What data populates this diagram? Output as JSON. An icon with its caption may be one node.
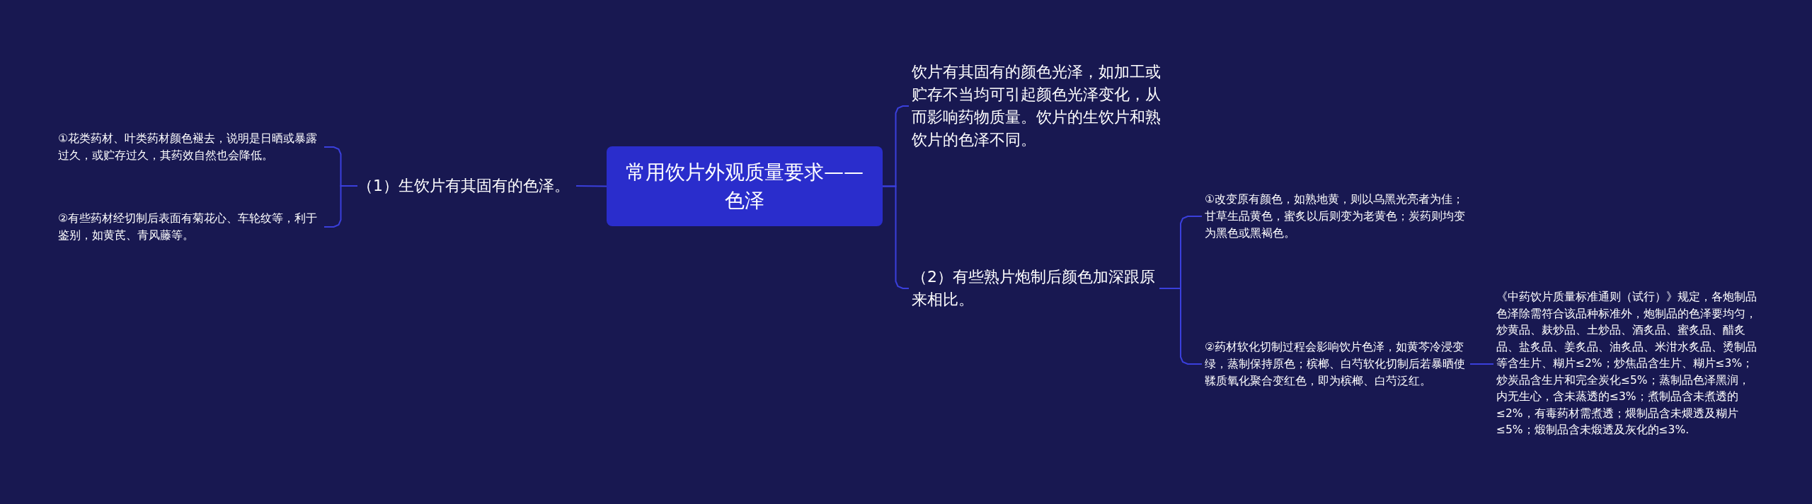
{
  "diagram": {
    "nodes": [
      {
        "text": [
          "常用饮片外观质量要求——色泽"
        ]
      },
      {
        "text": [
          "（1）生饮片有其固有的色泽。"
        ]
      },
      {
        "text": [
          "①花类药材、叶类药材颜色褪去，说明是日晒或暴露过久，或贮存过久，其药效自然也会降低。"
        ]
      },
      {
        "text": [
          "②有些药材经切制后表面有菊花心、车轮纹等，利于鉴别，如黄芪、青风藤等。"
        ]
      },
      {
        "text": [
          "饮片有其固有的颜色光泽，如加工或贮存不当均可引起颜色光泽变化，从而影响药物质量。饮片的生饮片和熟饮片的色泽不同。"
        ]
      },
      {
        "text": [
          "（2）有些熟片炮制后颜色加深跟原来相比。"
        ]
      },
      {
        "text": [
          "①改变原有颜色，如熟地黄，则以乌黑光亮者为佳；甘草生品黄色，蜜炙以后则变为老黄色；炭药则均变为黑色或黑褐色。"
        ]
      },
      {
        "text": [
          "②药材软化切制过程会影响饮片色泽，如黄芩冷浸变绿，蒸制保持原色；槟榔、白芍软化切制后若暴晒使鞣质氧化聚合变红色，即为槟榔、白芍泛红。"
        ]
      },
      {
        "text": [
          "《中药饮片质量标准通则（试行）》规定，各炮制品色泽除需符合该品种标准外，炮制品的色泽要均匀，炒黄品、麸炒品、土炒品、酒炙品、蜜炙品、醋炙品、盐炙品、姜炙品、油炙品、米泔水炙品、烫制品等含生片、糊片≤2%；炒焦品含生片、糊片≤3%；炒炭品含生片和完全炭化≤5%；蒸制品色泽黑润，内无生心，含未蒸透的≤3%；煮制品含未煮透的≤2%，有毒药材需煮透；煨制品含未煨透及糊片≤5%；煅制品含未煅透及灰化的≤3%."
        ]
      }
    ],
    "edges": [
      {
        "from": 0,
        "to": 1,
        "arrow": "none"
      },
      {
        "from": 1,
        "to": 2,
        "arrow": "none"
      },
      {
        "from": 1,
        "to": 3,
        "arrow": "none"
      },
      {
        "from": 0,
        "to": 4,
        "arrow": "none"
      },
      {
        "from": 0,
        "to": 5,
        "arrow": "none"
      },
      {
        "from": 5,
        "to": 6,
        "arrow": "none"
      },
      {
        "from": 5,
        "to": 7,
        "arrow": "none"
      },
      {
        "from": 7,
        "to": 8,
        "arrow": "none"
      }
    ]
  }
}
